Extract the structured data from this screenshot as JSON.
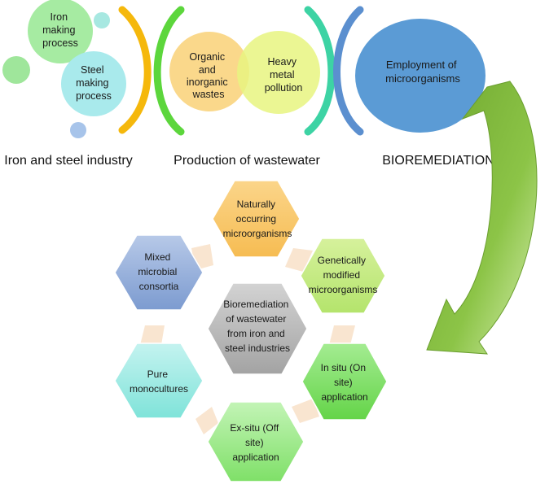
{
  "top": {
    "iron_steel": {
      "iron": [
        "Iron",
        "making",
        "process"
      ],
      "steel": [
        "Steel",
        "making",
        "process"
      ],
      "section_label": "Iron and steel industry"
    },
    "wastewater": {
      "organic": [
        "Organic",
        "and",
        "inorganic",
        "wastes"
      ],
      "heavy": [
        "Heavy",
        "metal",
        "pollution"
      ],
      "section_label": "Production of wastewater"
    },
    "bioremediation": {
      "employment": [
        "Employment of",
        "microorganisms"
      ],
      "section_label": "BIOREMEDIATION"
    }
  },
  "hexagons": {
    "center": [
      "Bioremediation",
      "of wastewater",
      "from iron and",
      "steel industries"
    ],
    "naturally": [
      "Naturally",
      "occurring",
      "microorganisms"
    ],
    "genetically": [
      "Genetically",
      "modified",
      "microorganisms"
    ],
    "in_situ": [
      "In situ (On",
      "site)",
      "application"
    ],
    "ex_situ": [
      "Ex-situ (Off",
      "site)",
      "application"
    ],
    "pure": [
      "Pure",
      "monocultures"
    ],
    "mixed": [
      "Mixed",
      "microbial",
      "consortia"
    ]
  },
  "colors": {
    "bracket_orange": "#F5B80C",
    "bracket_green": "#5CD63C",
    "bracket_teal": "#3DD3A4",
    "bracket_blue": "#5B8FCF",
    "iron_circle": "#9CE89A",
    "steel_circle": "#A6EAEC",
    "organic_circle": "#F9D47E",
    "heavy_circle": "#E6F57D",
    "employment_ellipse": "#5B9BD5",
    "arrow_green": "#7DB63C",
    "hex_center": "#B3B3B3",
    "hex_naturally": "#FBC873",
    "hex_genetically": "#C5ED86",
    "hex_in_situ": "#82E06C",
    "hex_ex_situ": "#9DEE89",
    "hex_pure": "#8EE8E0",
    "hex_mixed": "#8CA9D6"
  }
}
